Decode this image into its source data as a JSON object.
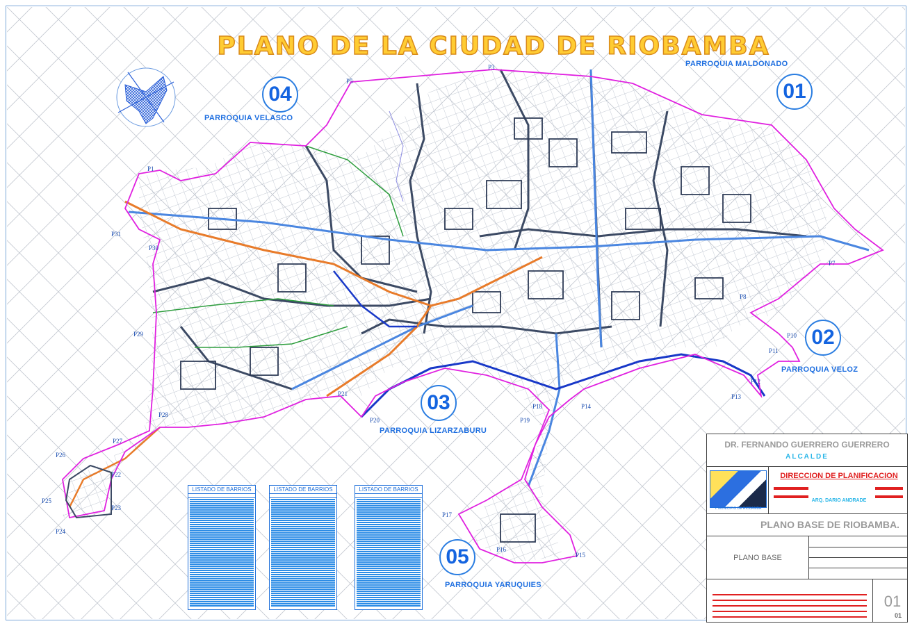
{
  "map_title": "PLANO DE LA CIUDAD DE RIOBAMBA",
  "parishes": [
    {
      "number": "01",
      "name": "PARROQUIA MALDONADO"
    },
    {
      "number": "02",
      "name": "PARROQUIA VELOZ"
    },
    {
      "number": "03",
      "name": "PARROQUIA LIZARZABURU"
    },
    {
      "number": "04",
      "name": "PARROQUIA VELASCO"
    },
    {
      "number": "05",
      "name": "PARROQUIA YARUQUIES"
    }
  ],
  "boundary_points": [
    "P1",
    "P3",
    "P5",
    "P7",
    "P8",
    "P10",
    "P11",
    "P12",
    "P13",
    "P14",
    "P15",
    "P16",
    "P17",
    "P18",
    "P19",
    "P20",
    "P21",
    "P22",
    "P23",
    "P24",
    "P25",
    "P26",
    "P27",
    "P28",
    "P29",
    "P30",
    "P31"
  ],
  "listings": [
    {
      "title": "LISTADO DE BARRIOS"
    },
    {
      "title": "LISTADO DE BARRIOS"
    },
    {
      "title": "LISTADO DE BARRIOS"
    }
  ],
  "title_block": {
    "official_name": "DR. FERNANDO GUERRERO GUERRERO",
    "official_role": "ALCALDE",
    "department": "DIRECCION DE PLANIFICACION",
    "director": "ARQ. DARIO ANDRADE",
    "municipality": "I. MUNICIPIO DE RIOBAMBA",
    "plan_title": "PLANO BASE DE RIOBAMBA.",
    "content_label": "PLANO BASE",
    "sheet_number": "01",
    "sheet_total": "01"
  },
  "colors": {
    "boundary": "#e020e0",
    "river": "#1838c8",
    "main_road": "#4a86e0",
    "railway": "#e87b2a",
    "streets": "#3c4a64",
    "grid": "#b8bec8",
    "title_fill": "#ffcc33",
    "label_blue": "#1f6fe0"
  }
}
